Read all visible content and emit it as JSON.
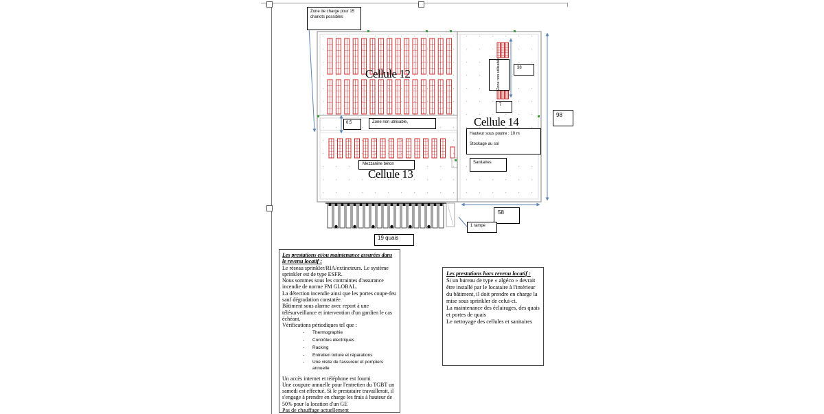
{
  "plan": {
    "cells": {
      "c12": "Cellule 12",
      "c13": "Cellule 13",
      "c14": "Cellule 14"
    },
    "labels": {
      "charge_zone": "Zone de charge pour 15 chariots possibles",
      "zone_non_util": "Zone non utilisable,",
      "zone_non_util_vertical": "Zone non utilisable",
      "dim_65": "6,5",
      "dim_38": "38",
      "dim_7": "7",
      "dim_98": "98",
      "dim_58": "58",
      "hauteur": "Hauteur sous poutre : 10 m",
      "stockage": "Stockage au sol",
      "mezzanine": "Mezzanine béton",
      "sanitaires": "Sanitaires",
      "rampe": "1 rampe",
      "quais": "19 quais"
    }
  },
  "note_left": {
    "title": "Les prestations et/ou maintenance assurées dans le revenu locatif :",
    "para1": "Le réseau sprinkler/RIA/extincteurs. Le système sprinkler est de type ESFR.",
    "para2": "Nous sommes sous les contraintes d'assurance incendie de norme FM GLOBAL.",
    "para3": "La détection incendie ainsi que les portes coupe-feu sauf dégradation constatée.",
    "para4": "Bâtiment sous alarme avec report à une télésurveillance et intervention d'un gardien le cas échéant.",
    "para5": "Vérifications périodiques tel que :",
    "items": [
      "Thermographie",
      "Contrôles électriques",
      "Racking",
      "Entretien toiture et réparations",
      "Une visite de l'assureur et pompiers annuelle"
    ],
    "para6": "Un accès internet et téléphone est fourni",
    "para7": "Une coupure annuelle pour l'entretien du TGBT un samedi est effectué. Si le prestataire travaillerait, il s'engage à prendre en charge les frais à hauteur de 50% pour la location d'un GE",
    "para8": "Pas de chauffage actuellement"
  },
  "note_right": {
    "title": "Les prestations hors revenu locatif :",
    "para1": "Si un bureau de type « algéco » devrait être installé par le locataire à l'intérieur du bâtiment, il doit prendre en charge la mise sous sprinkler de celui-ci.",
    "para2": "La maintenance des éclairages, des quais et portes de quais",
    "para3": "Le nettoyage des cellules et sanitaires"
  },
  "colors": {
    "rack_red": "#cc2a2a",
    "arrow_blue": "#5b84b1",
    "wall_grey": "#9a9a9a",
    "green_marker": "#3a9a3a"
  }
}
